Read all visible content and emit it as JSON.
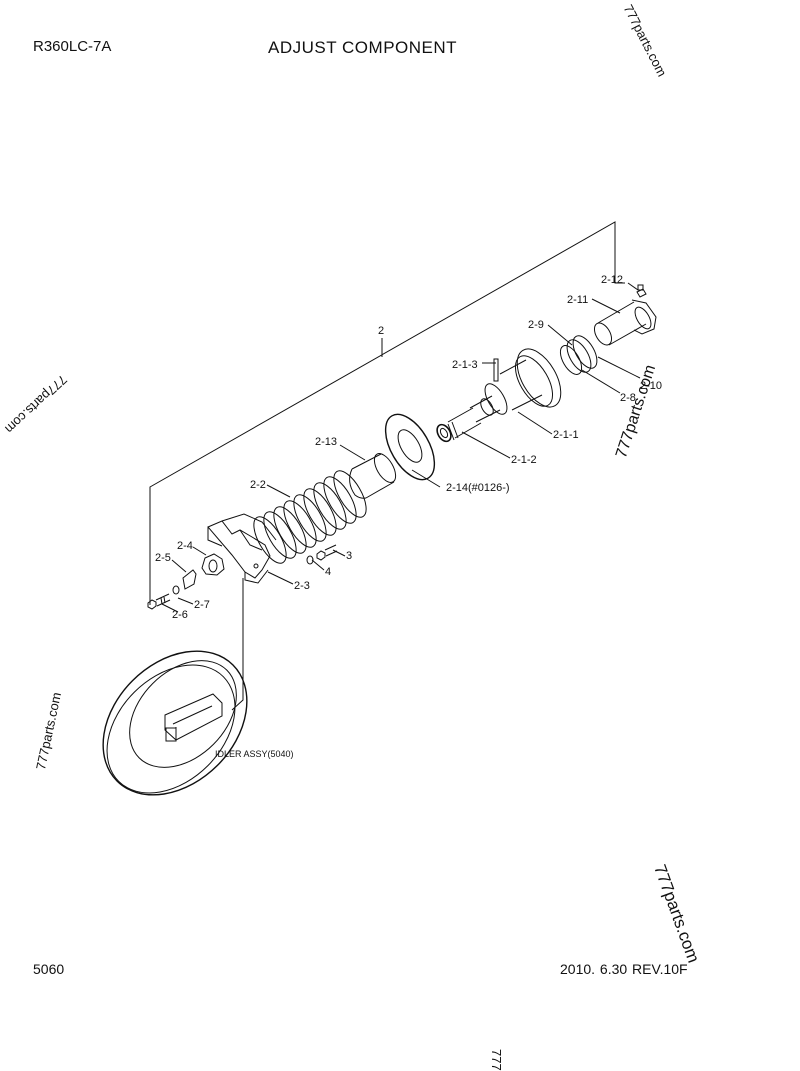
{
  "header": {
    "model": "R360LC-7A",
    "title": "ADJUST COMPONENT"
  },
  "footer": {
    "page_number": "5060",
    "date_revision": "2010. 6.30  REV.10F"
  },
  "watermark": {
    "text": "777parts.com",
    "partial": "777"
  },
  "callouts": {
    "c2": "2",
    "c2_1_1": "2-1-1",
    "c2_1_2": "2-1-2",
    "c2_1_3": "2-1-3",
    "c2_2": "2-2",
    "c2_3": "2-3",
    "c2_4": "2-4",
    "c2_5": "2-5",
    "c2_6": "2-6",
    "c2_7": "2-7",
    "c2_8": "2-8",
    "c2_9": "2-9",
    "c2_10": "2-10",
    "c2_11": "2-11",
    "c2_12": "2-12",
    "c2_13": "2-13",
    "c2_14": "2-14(#0126-)",
    "c3": "3",
    "c4": "4",
    "idler": "IDLER ASSY(5040)"
  }
}
